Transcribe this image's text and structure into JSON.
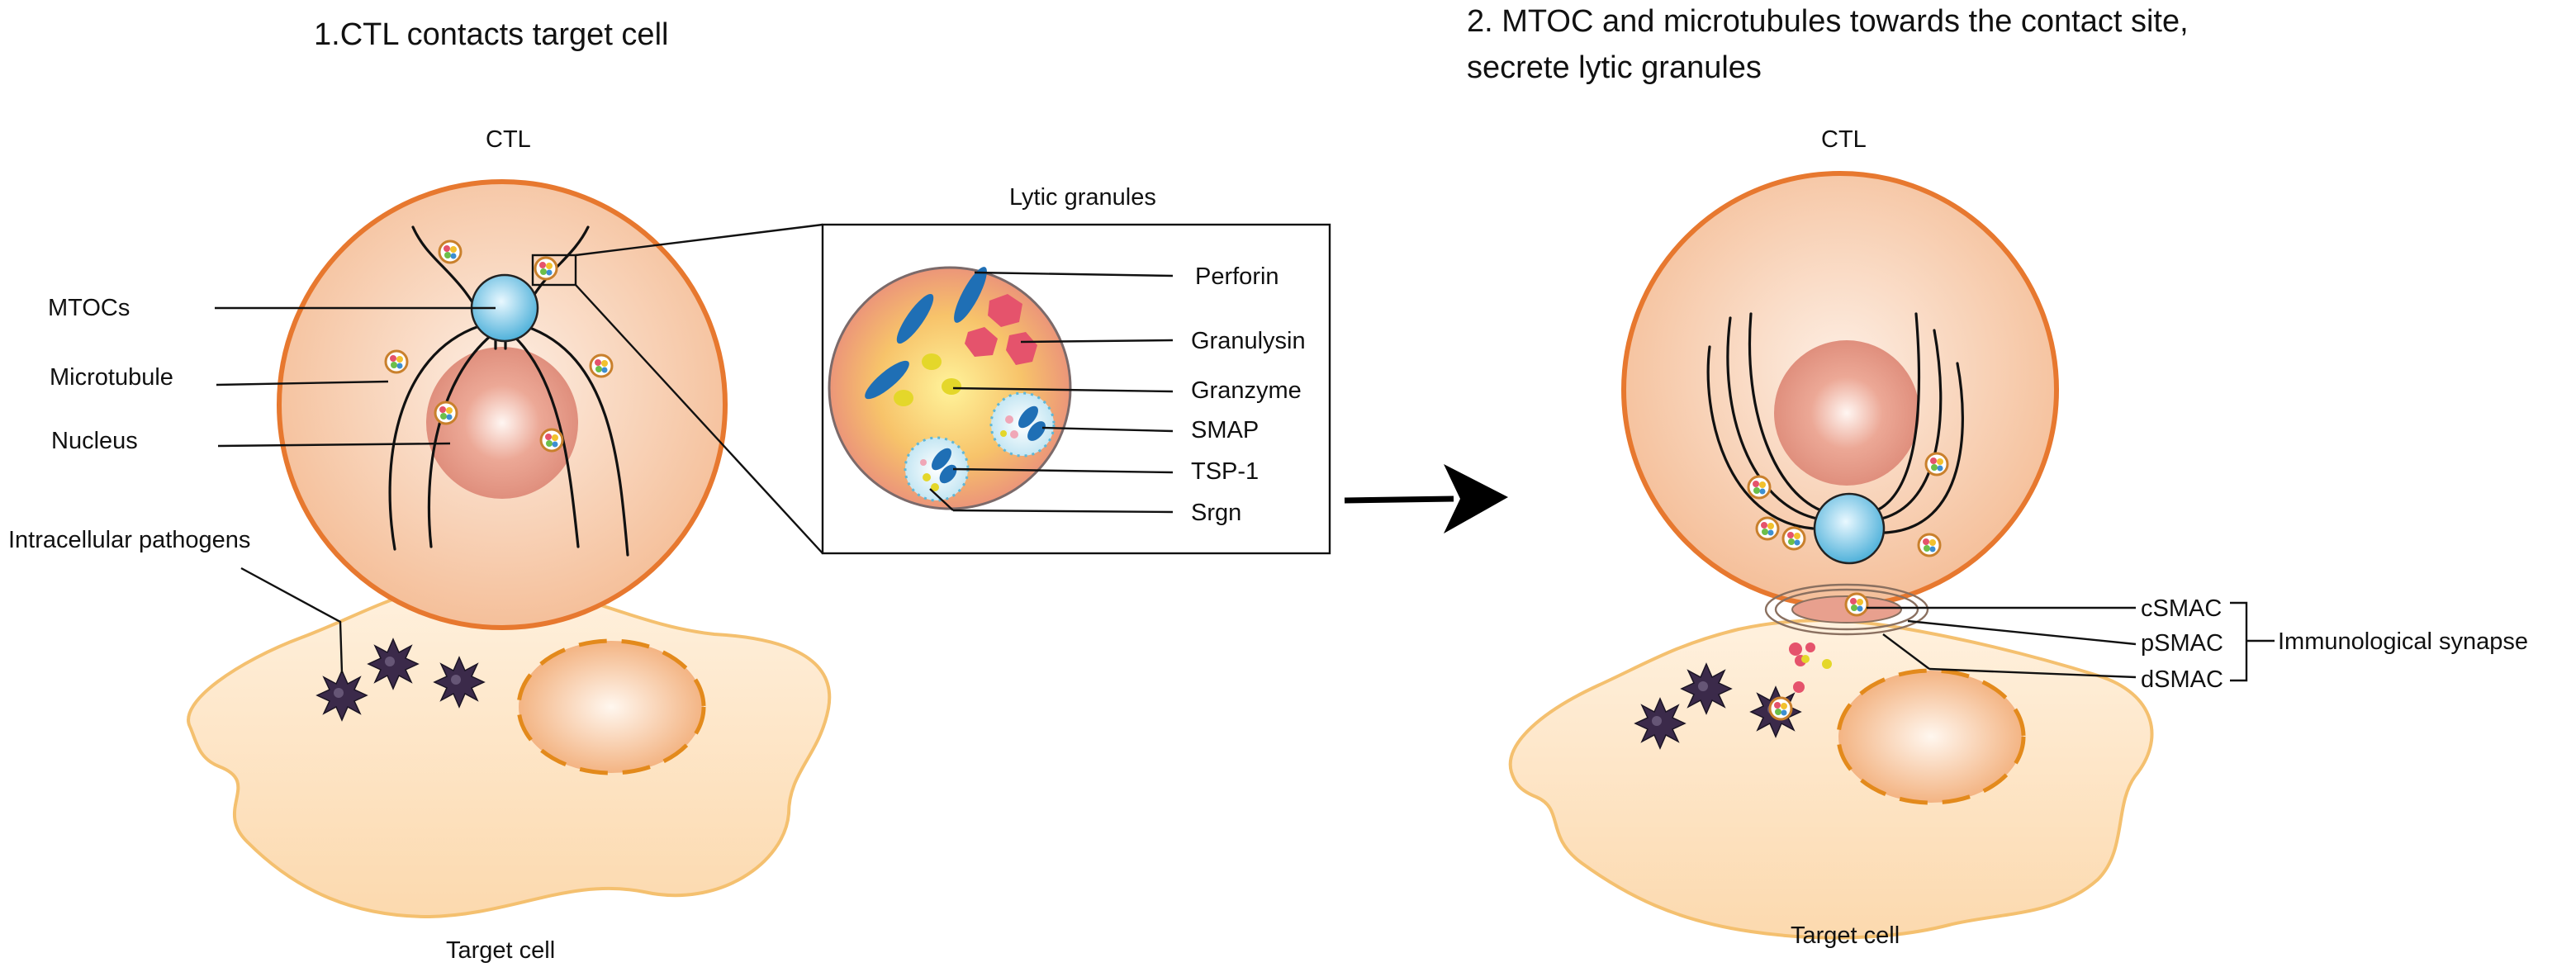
{
  "panel1": {
    "title": "1.CTL contacts target cell",
    "ctl_label": "CTL",
    "target_label": "Target cell",
    "labels": {
      "mtocs": "MTOCs",
      "microtubule": "Microtubule",
      "nucleus": "Nucleus",
      "pathogens": "Intracellular pathogens"
    }
  },
  "granules": {
    "title": "Lytic granules",
    "components": {
      "perforin": "Perforin",
      "granulysin": "Granulysin",
      "granzyme": "Granzyme",
      "smap": "SMAP",
      "tsp1": "TSP-1",
      "srgn": "Srgn"
    }
  },
  "panel2": {
    "title_line1": "2. MTOC and microtubules towards the contact site,",
    "title_line2": "secrete lytic granules",
    "ctl_label": "CTL",
    "target_label": "Target cell",
    "synapse": {
      "csmac": "cSMAC",
      "psmac": "pSMAC",
      "dsmac": "dSMAC",
      "group_label": "Immunological synapse"
    }
  },
  "colors": {
    "ctl_border": "#e7782f",
    "ctl_fill": "#f6c9a6",
    "nucleus": "#e79a8a",
    "mtoc": "#6cc3e3",
    "target_fill": "#fde3c4",
    "target_border": "#f4c06f",
    "target_nucleus": "#f4b98c",
    "target_nucleus_border": "#e38a1c",
    "pathogen": "#3b2a4a",
    "perforin": "#1f6fb5",
    "granulysin": "#e5536c",
    "granzyme": "#e4d72a"
  }
}
